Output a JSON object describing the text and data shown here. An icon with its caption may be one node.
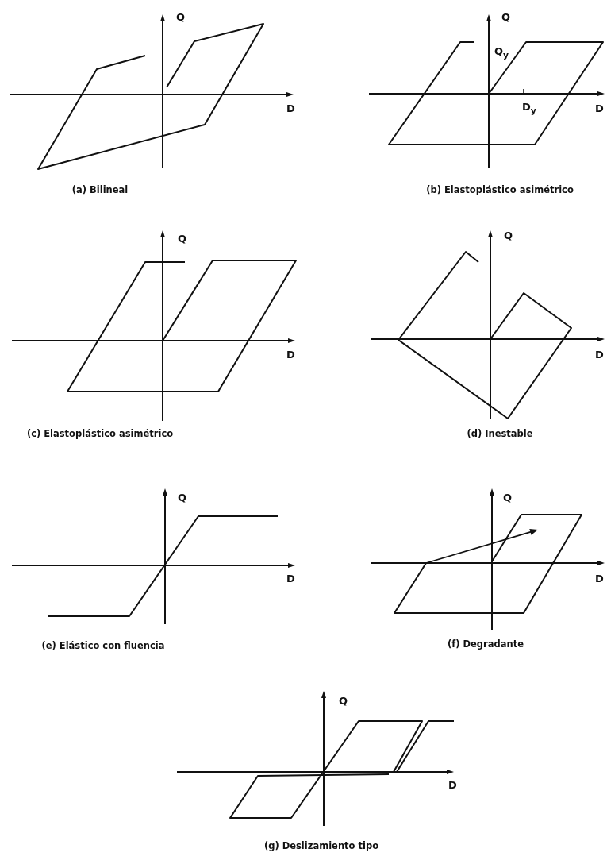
{
  "diagram": {
    "labels": [
      "Q",
      "D",
      "(a) Bilineal",
      "Q",
      "Q$_{y}$",
      "D$_{y}$",
      "D",
      "(b) Elastoplástico asimétrico",
      "Q",
      "D",
      "(c) Elastoplástico asimétrico",
      "Q",
      "D",
      "(d) Inestable",
      "Q",
      "D",
      "(e) Elástico con fluencia",
      "Q",
      "D",
      "(f) Degradante",
      "Q",
      "D",
      "(g) Deslizamiento tipo"
    ]
  }
}
